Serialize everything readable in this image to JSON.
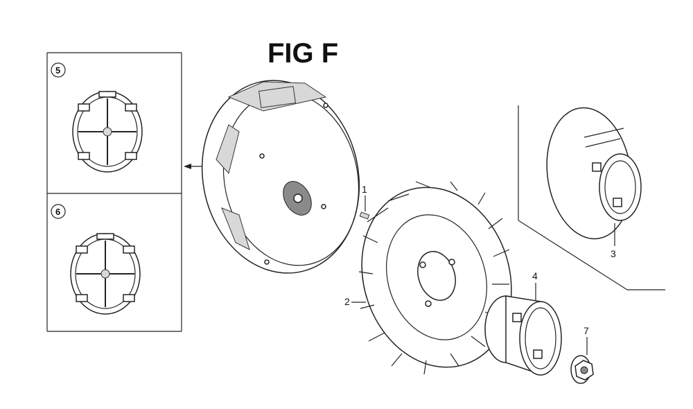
{
  "figure": {
    "title": "FIG F"
  },
  "callouts": {
    "part_1": "1",
    "part_2": "2",
    "part_3": "3",
    "part_4": "4",
    "part_7": "7",
    "variant_5": "5",
    "variant_6": "6"
  }
}
